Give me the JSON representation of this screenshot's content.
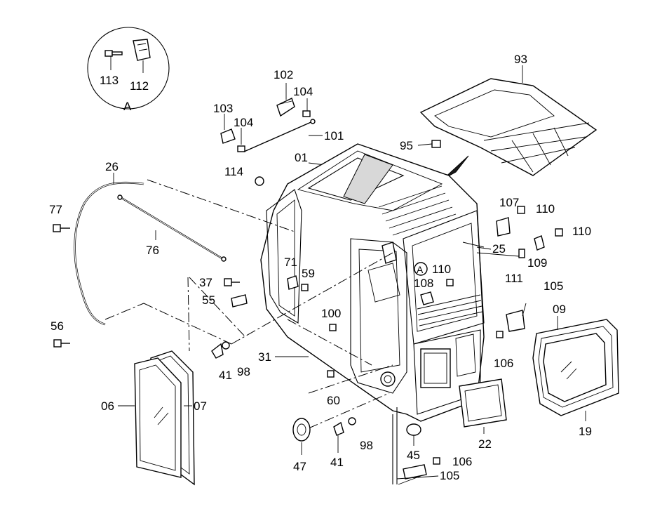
{
  "detail_view": {
    "label": "A",
    "parts": [
      "113",
      "112"
    ]
  },
  "callouts": {
    "c93": "93",
    "c95": "95",
    "c102": "102",
    "c104a": "104",
    "c103": "103",
    "c104b": "104",
    "c101": "101",
    "c01": "01",
    "c114": "114",
    "c26": "26",
    "c77": "77",
    "c76": "76",
    "c107": "107",
    "c110a": "110",
    "c110b": "110",
    "c25": "25",
    "c109": "109",
    "c111": "111",
    "c110c": "110",
    "c108": "108",
    "c71": "71",
    "c59": "59",
    "c37": "37",
    "c55": "55",
    "c100": "100",
    "c105a": "105",
    "c09": "09",
    "c56": "56",
    "c41a": "41",
    "c98a": "98",
    "c31": "31",
    "c106a": "106",
    "c60": "60",
    "c06": "06",
    "c07": "07",
    "c19": "19",
    "c22": "22",
    "c98b": "98",
    "c47": "47",
    "c41b": "41",
    "c45": "45",
    "c106b": "106",
    "c105b": "105",
    "viewA": "A"
  }
}
